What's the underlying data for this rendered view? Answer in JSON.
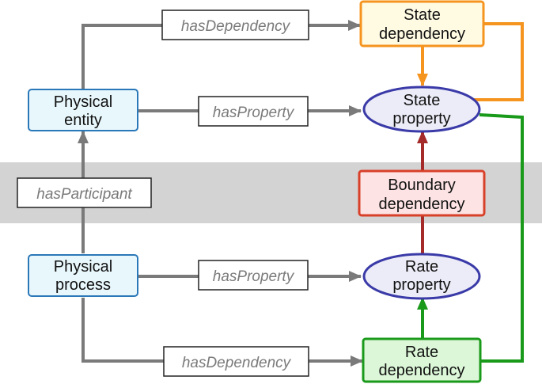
{
  "nodes": {
    "physical_entity": {
      "line1": "Physical",
      "line2": "entity"
    },
    "physical_process": {
      "line1": "Physical",
      "line2": "process"
    },
    "state_dependency": {
      "line1": "State",
      "line2": "dependency"
    },
    "state_property": {
      "line1": "State",
      "line2": "property"
    },
    "boundary_dependency": {
      "line1": "Boundary",
      "line2": "dependency"
    },
    "rate_property": {
      "line1": "Rate",
      "line2": "property"
    },
    "rate_dependency": {
      "line1": "Rate",
      "line2": "dependency"
    }
  },
  "edge_labels": {
    "has_dependency_top": "hasDependency",
    "has_property_entity": "hasProperty",
    "has_participant": "hasParticipant",
    "has_property_process": "hasProperty",
    "has_dependency_bottom": "hasDependency"
  },
  "colors": {
    "band": "#d3d3d3",
    "grey_edge": "#7a7a7a",
    "orange": "#f5941f",
    "red": "#a52a2a",
    "green": "#1a9a1a",
    "blue_fill": "#e8f7fc",
    "blue_stroke": "#2a78b8",
    "ellipse_fill": "#ececf8",
    "ellipse_stroke": "#3a3aa8",
    "yellow_fill": "#fffbe3",
    "pink_fill": "#fde3e3",
    "pink_stroke": "#d8402a",
    "green_fill": "#dcf7d8"
  }
}
